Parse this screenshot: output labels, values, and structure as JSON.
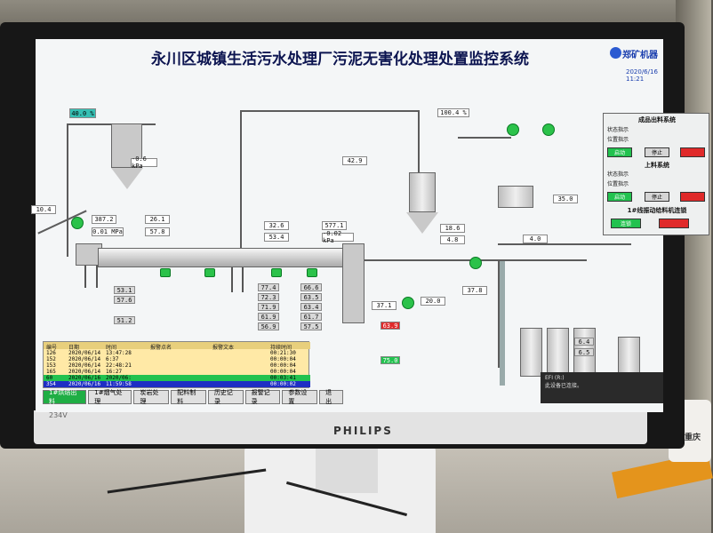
{
  "screen": {
    "title": "永川区城镇生活污水处理厂污泥无害化处理处置监控系统",
    "logo_text": "郑矿机器",
    "datetime": "2020/6/16 11:21"
  },
  "readouts": {
    "r1": "40.0 %",
    "r2": "387.2",
    "r3": "26.1",
    "r4": "0.01 MPa",
    "r5": "57.8",
    "r6": "-0.6 kPa",
    "r7": "10.4",
    "r8": "32.6",
    "r9": "53.4",
    "r10": "577.1",
    "r11": "-0.02 kPa",
    "r12": "42.9",
    "r13": "100.4 %",
    "r14": "18.6",
    "r15": "4.8",
    "r16": "35.0",
    "r17": "4.0",
    "r18": "37.8",
    "r19": "20.0",
    "r20": "37.1",
    "r21": "63.9",
    "r22": "75.0",
    "r23": "6.4",
    "r24": "6.5",
    "r25": "77.4",
    "r26": "72.3",
    "r27": "71.9",
    "r28": "61.9",
    "r29": "56.9",
    "r30": "66.6",
    "r31": "63.5",
    "r32": "63.4",
    "r33": "61.7",
    "r34": "57.5",
    "r35": "53.1",
    "r36": "57.6",
    "r37": "51.2"
  },
  "panel": {
    "section1": "成品出料系统",
    "section2": "上料系统",
    "section3": "1#线振动给料机连锁",
    "status_label": "状态指示",
    "position_label": "位置指示",
    "start": "启动",
    "stop": "停止",
    "chain": "连锁"
  },
  "alarm": {
    "headers": [
      "编号",
      "日期",
      "时间",
      "报警点名",
      "报警文本",
      "持续时间"
    ],
    "rows": [
      [
        "126",
        "2020/06/14",
        "13:47:28",
        "",
        "",
        "00:21:30"
      ],
      [
        "152",
        "2020/06/14",
        "6:37",
        "",
        "",
        "00:00:04"
      ],
      [
        "153",
        "2020/06/14",
        "22:48:21",
        "",
        "",
        "00:00:04"
      ],
      [
        "165",
        "2020/06/14",
        "16:27",
        "",
        "",
        "00:00:04"
      ],
      [
        "60",
        "2020/06/16",
        "2020/06:",
        "",
        "",
        "00:03:41"
      ],
      [
        "354",
        "2020/06/16",
        "11:59:58",
        "",
        "",
        "00:00:02"
      ]
    ]
  },
  "tabs": [
    "1#烘焙出料",
    "1#烟气处理",
    "炭岩处理",
    "配料制料",
    "历史记录",
    "报警记录",
    "参数设置",
    "退出"
  ],
  "popup": {
    "title": "EFI (R:)",
    "text": "此设备已连接。"
  },
  "chin": {
    "brand": "PHILIPS",
    "model": "234V"
  },
  "watermark": {
    "cup_text": "重庆"
  }
}
